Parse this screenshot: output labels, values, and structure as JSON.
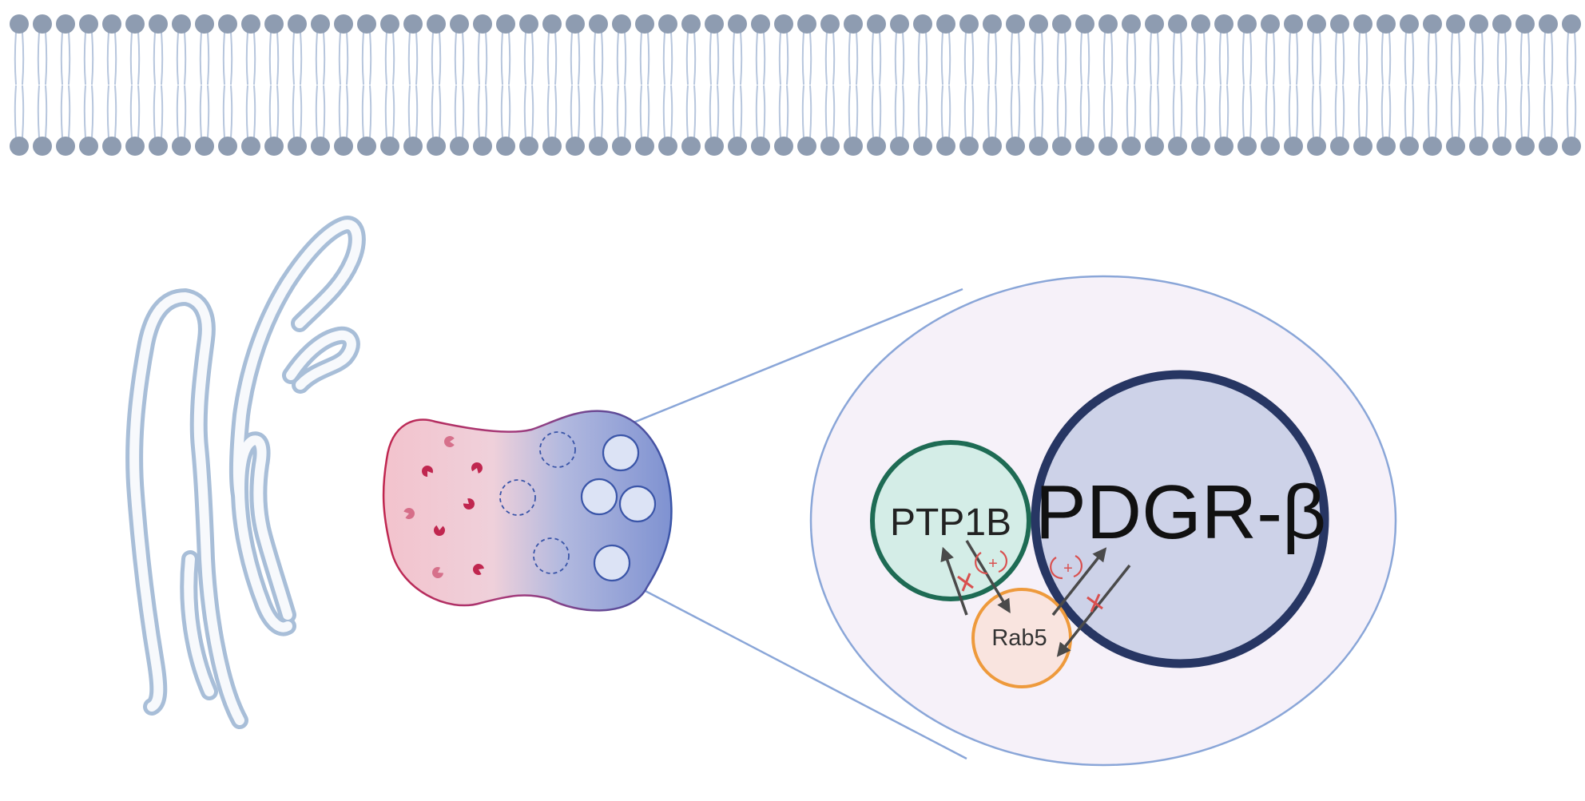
{
  "labels": {
    "ptp1b": "PTP1B",
    "pdgr": "PDGR-β",
    "rab5": "Rab5",
    "plus_sign": "+"
  },
  "icons": {
    "membrane": "lipid-bilayer-icon",
    "golgi": "golgi-apparatus-icon",
    "endosome": "endosome-icon",
    "zoom": "zoom-callout-icon",
    "activation": "activation-arrow-icon",
    "inhibition": "inhibition-cross-icon"
  },
  "colors": {
    "membrane_head": "#8e9cb1",
    "membrane_tail": "#b7c6dd",
    "golgi_stroke": "#a8bed8",
    "zoom_line": "#8aa6d8",
    "zoom_fill": "#f6f1f9",
    "endosome_red": "#c0264f",
    "endosome_blue": "#3a55a8",
    "ptp1b_fill": "#d4ede7",
    "ptp1b_stroke": "#1e6b54",
    "pdgr_fill": "#cdd2e8",
    "pdgr_stroke": "#273663",
    "rab5_fill": "#f9e4df",
    "rab5_stroke": "#ee9a3c",
    "arrow": "#4a4a4a",
    "inhibit": "#d9504f"
  }
}
